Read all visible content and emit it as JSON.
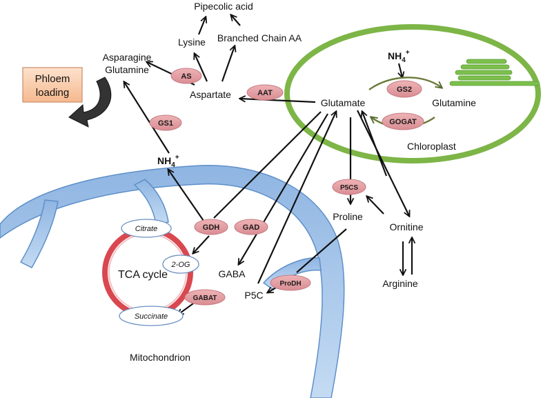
{
  "metabolites": {
    "pipecolic_acid": "Pipecolic acid",
    "lysine": "Lysine",
    "branched_chain_aa": "Branched Chain AA",
    "asparagine": "Asparagine",
    "glutamine_cyto": "Glutamine",
    "aspartate": "Aspartate",
    "glutamate": "Glutamate",
    "glutamine_chloro": "Glutamine",
    "nh4_chloro_base": "NH",
    "nh4_chloro_sub": "4",
    "nh4_chloro_sup": "+",
    "nh4_cyto_base": "NH",
    "nh4_cyto_sub": "4",
    "nh4_cyto_sup": "+",
    "proline": "Proline",
    "ornitine": "Ornitine",
    "arginine": "Arginine",
    "gaba": "GABA",
    "p5c": "P5C",
    "citrate": "Citrate",
    "two_og": "2-OG",
    "succinate": "Succinate"
  },
  "enzymes": {
    "as": "AS",
    "aat": "AAT",
    "gs1": "GS1",
    "gs2": "GS2",
    "gogat": "GOGAT",
    "p5cs": "P5CS",
    "gdh": "GDH",
    "gad": "GAD",
    "gabat": "GABAT",
    "prodh": "ProDH"
  },
  "compartments": {
    "chloroplast": "Chloroplast",
    "mitochondrion": "Mitochondrion",
    "tca_cycle": "TCA cycle"
  },
  "phloem": {
    "line1": "Phloem",
    "line2": "loading"
  },
  "colors": {
    "enzyme_fill": "#e2a0a4",
    "enzyme_stroke": "#c47a80",
    "chloroplast_ring": "#7db547",
    "thylakoid": "#7cbf4c",
    "mito_fill": "#a6c6ea",
    "mito_stroke": "#5d8fc9",
    "tca_ring": "#d94850",
    "phloem_box": "#f9ccab"
  }
}
